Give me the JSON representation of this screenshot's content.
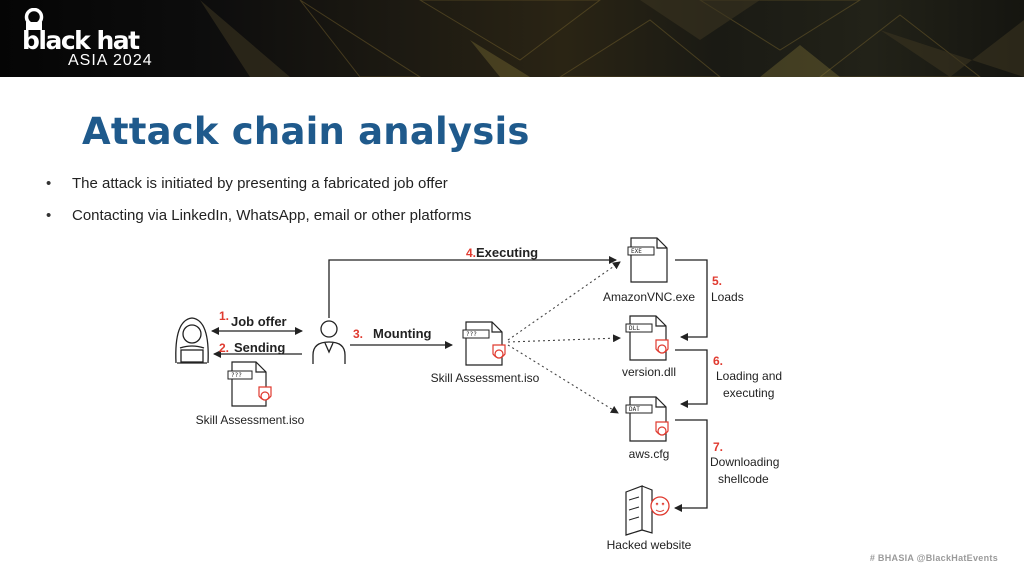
{
  "header": {
    "logo_word": "black hat",
    "logo_sub": "ASIA 2024"
  },
  "title": "Attack chain analysis",
  "bullets": [
    "The attack is initiated by presenting a fabricated job offer",
    "Contacting via LinkedIn, WhatsApp, email or other platforms"
  ],
  "diagram": {
    "steps": {
      "s1_num": "1.",
      "s1_label": "Job offer",
      "s2_num": "2.",
      "s2_label": "Sending",
      "s3_num": "3.",
      "s3_label": "Mounting",
      "s4_num": "4.",
      "s4_label": "Executing",
      "s5_num": "5.",
      "s5_label": "Loads",
      "s6_num": "6.",
      "s6_label_1": "Loading and",
      "s6_label_2": "executing",
      "s7_num": "7.",
      "s7_label_1": "Downloading",
      "s7_label_2": "shellcode"
    },
    "files": {
      "iso_left": "Skill Assessment.iso",
      "iso_mid": "Skill Assessment.iso",
      "exe": "AmazonVNC.exe",
      "dll": "version.dll",
      "cfg": "aws.cfg",
      "website": "Hacked website"
    },
    "tags": {
      "iso": "???",
      "exe": "EXE",
      "dll": "DLL",
      "dat": "DAT"
    },
    "colors": {
      "accent": "#e03a2f",
      "title": "#1f5a8c"
    }
  },
  "footer": {
    "text": "# BHASIA   @BlackHatEvents"
  }
}
